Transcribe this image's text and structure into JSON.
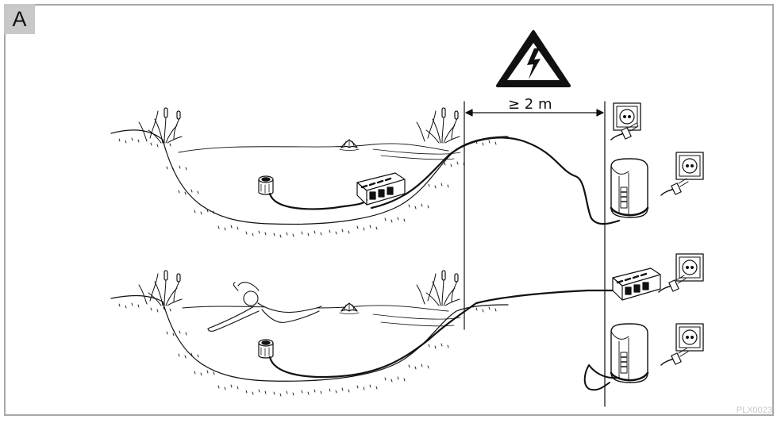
{
  "panel": {
    "label": "A"
  },
  "distance": {
    "label": "≥ 2 m"
  },
  "image_code": "PLX0023",
  "icons": {
    "warning": "high-voltage-warning-icon",
    "socket": "wall-socket-icon",
    "plug": "power-plug-icon",
    "pump": "pond-pump-icon",
    "junction": "junction-box-icon",
    "transformer": "transformer-icon",
    "swimmer": "swimmer-icon",
    "plant": "reed-plant-icon",
    "lily": "water-lily-icon"
  },
  "colors": {
    "line": "#111111",
    "frame": "#a8a8a8",
    "badge": "#c8c8c8"
  }
}
